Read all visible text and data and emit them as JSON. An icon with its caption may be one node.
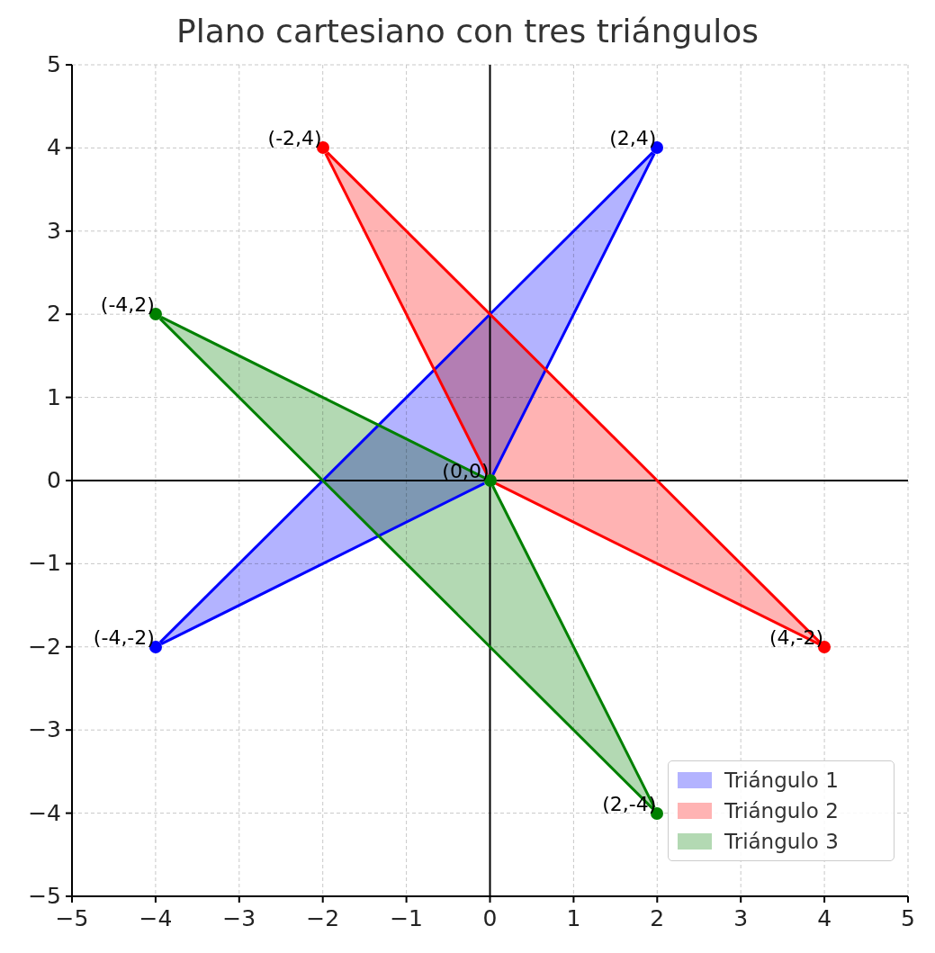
{
  "diagram": {
    "title": "Plano cartesiano con tres triángulos",
    "nodes": [
      {
        "text": [],
        "shape": "circle",
        "beside": [
          "(-2,4)"
        ]
      },
      {
        "text": [],
        "shape": "circle",
        "beside": [
          "(2,4)"
        ]
      },
      {
        "text": [],
        "shape": "circle",
        "beside": [
          "(-4,2)"
        ]
      },
      {
        "text": [],
        "shape": "circle",
        "beside": [
          "(0,0)"
        ]
      },
      {
        "text": [],
        "shape": "circle",
        "beside": [
          "(-4,-2)"
        ]
      },
      {
        "text": [],
        "shape": "circle",
        "beside": [
          "(4,-2)"
        ]
      },
      {
        "text": [],
        "shape": "circle",
        "beside": [
          "(2,-4)"
        ]
      }
    ],
    "edges": [
      {
        "from": 3,
        "to": 1,
        "arrow": "none",
        "color": "#0000ff"
      },
      {
        "from": 1,
        "to": 4,
        "arrow": "none",
        "color": "#0000ff"
      },
      {
        "from": 4,
        "to": 3,
        "arrow": "none",
        "color": "#0000ff"
      },
      {
        "from": 3,
        "to": 0,
        "arrow": "none",
        "color": "#ff0000"
      },
      {
        "from": 0,
        "to": 5,
        "arrow": "none",
        "color": "#ff0000"
      },
      {
        "from": 5,
        "to": 3,
        "arrow": "none",
        "color": "#ff0000"
      },
      {
        "from": 3,
        "to": 2,
        "arrow": "none",
        "color": "#008000"
      },
      {
        "from": 2,
        "to": 6,
        "arrow": "none",
        "color": "#008000"
      },
      {
        "from": 6,
        "to": 3,
        "arrow": "none",
        "color": "#008000"
      }
    ],
    "labels": [
      "5",
      "4",
      "3",
      "2",
      "1",
      "0",
      "−1",
      "−2",
      "−3",
      "−4",
      "−5",
      "−5",
      "−4",
      "−3",
      "−2",
      "−1",
      "0",
      "1",
      "2",
      "3",
      "4",
      "5"
    ],
    "legend": [
      {
        "text": "Triángulo 1",
        "color": "#b3b3ff"
      },
      {
        "text": "Triángulo 2",
        "color": "#ffb3b3"
      },
      {
        "text": "Triángulo 3",
        "color": "#b3d9b3"
      }
    ]
  }
}
